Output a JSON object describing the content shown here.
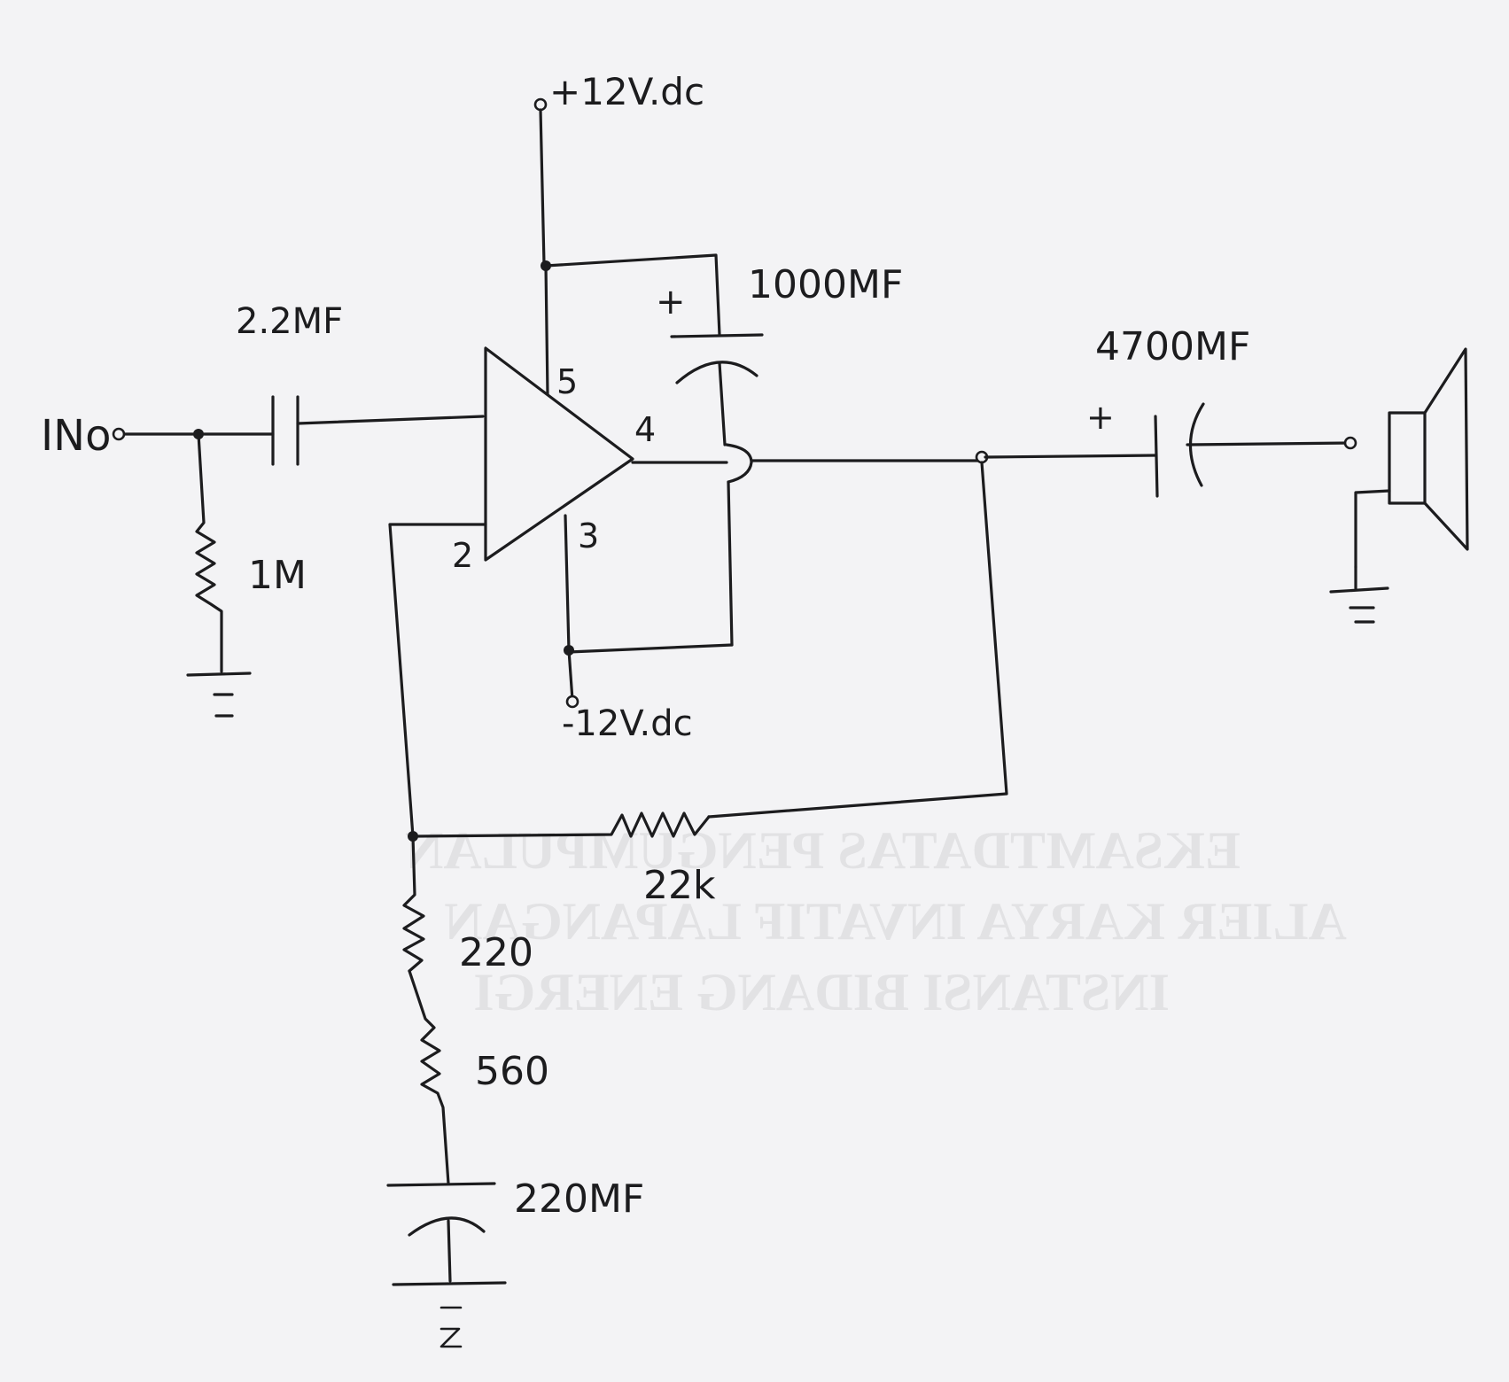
{
  "labels": {
    "input": "INo",
    "cap_input": "2.2MF",
    "res_input": "1M",
    "supply_pos": "+12V.dc",
    "supply_neg": "-12V.dc",
    "cap_supply": "1000MF",
    "cap_supply_plus": "+",
    "pin5": "5",
    "pin4": "4",
    "pin3": "3",
    "pin2": "2",
    "cap_output": "4700MF",
    "cap_output_plus": "+",
    "res_feedback": "22k",
    "res_220": "220",
    "res_560": "560",
    "cap_220": "220MF"
  }
}
